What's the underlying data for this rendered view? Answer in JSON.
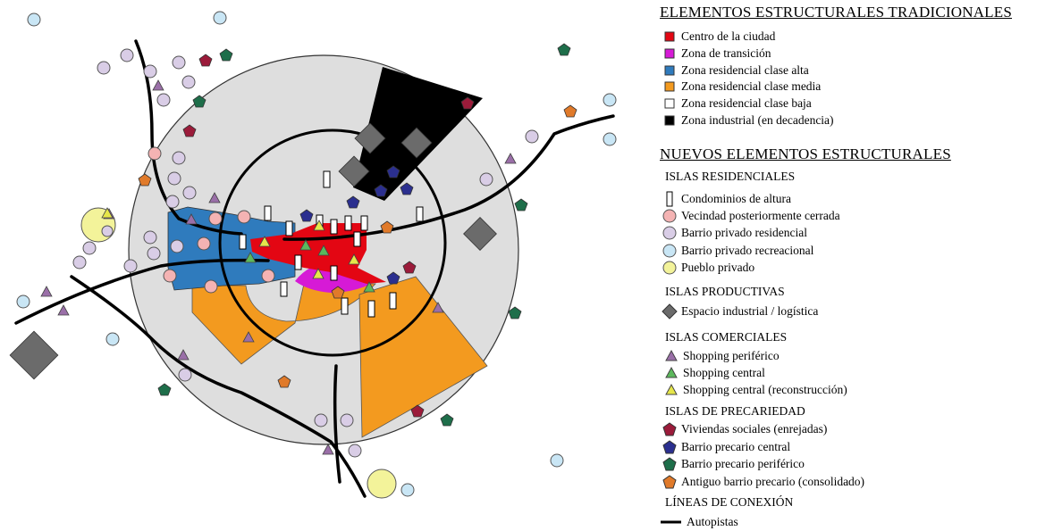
{
  "legend": {
    "traditional_title": "ELEMENTOS ESTRUCTURALES TRADICIONALES",
    "traditional": [
      {
        "label": "Centro de la ciudad",
        "color": "#e30613",
        "icon": "square-icon"
      },
      {
        "label": "Zona de transición",
        "color": "#d61ad6",
        "icon": "square-icon"
      },
      {
        "label": "Zona residencial clase alta",
        "color": "#2f7bbd",
        "icon": "square-icon"
      },
      {
        "label": "Zona residencial clase media",
        "color": "#f39a1f",
        "icon": "square-icon"
      },
      {
        "label": "Zona residencial clase baja",
        "color": "#ffffff",
        "icon": "square-icon"
      },
      {
        "label": "Zona industrial (en decadencia)",
        "color": "#000000",
        "icon": "square-icon"
      }
    ],
    "new_title": "NUEVOS ELEMENTOS ESTRUCTURALES",
    "residential_head": "ISLAS RESIDENCIALES",
    "residential": [
      {
        "label": "Condominios de altura",
        "color": "#ffffff",
        "icon": "tower-rectangle-icon"
      },
      {
        "label": "Vecindad posteriormente cerrada",
        "color": "#f4b3b3",
        "icon": "circle-icon"
      },
      {
        "label": "Barrio privado residencial",
        "color": "#d9cde6",
        "icon": "circle-icon"
      },
      {
        "label": "Barrio privado recreacional",
        "color": "#c9e6f5",
        "icon": "circle-icon"
      },
      {
        "label": "Pueblo privado",
        "color": "#f3f39a",
        "icon": "circle-icon"
      }
    ],
    "productive_head": "ISLAS PRODUCTIVAS",
    "productive": [
      {
        "label": "Espacio industrial / logística",
        "color": "#6b6b6b",
        "icon": "diamond-icon"
      }
    ],
    "commercial_head": "ISLAS COMERCIALES",
    "commercial": [
      {
        "label": "Shopping periférico",
        "color": "#9a6fa8",
        "icon": "triangle-icon"
      },
      {
        "label": "Shopping central",
        "color": "#5cb85c",
        "icon": "triangle-icon"
      },
      {
        "label": "Shopping central (reconstrucción)",
        "color": "#e6e64a",
        "icon": "triangle-icon"
      }
    ],
    "precarious_head": "ISLAS DE PRECARIEDAD",
    "precarious": [
      {
        "label": "Viviendas sociales (enrejadas)",
        "color": "#9b1b3a",
        "icon": "pentagon-icon"
      },
      {
        "label": "Barrio precario central",
        "color": "#2b2f8f",
        "icon": "pentagon-icon"
      },
      {
        "label": "Barrio precario periférico",
        "color": "#1e6e4a",
        "icon": "pentagon-icon"
      },
      {
        "label": "Antiguo barrio precario (consolidado)",
        "color": "#e07a2a",
        "icon": "pentagon-icon"
      }
    ],
    "connection_head": "LÍNEAS DE CONEXIÓN",
    "connection": [
      {
        "label": "Autopistas",
        "color": "#000000",
        "icon": "line-icon"
      }
    ]
  }
}
